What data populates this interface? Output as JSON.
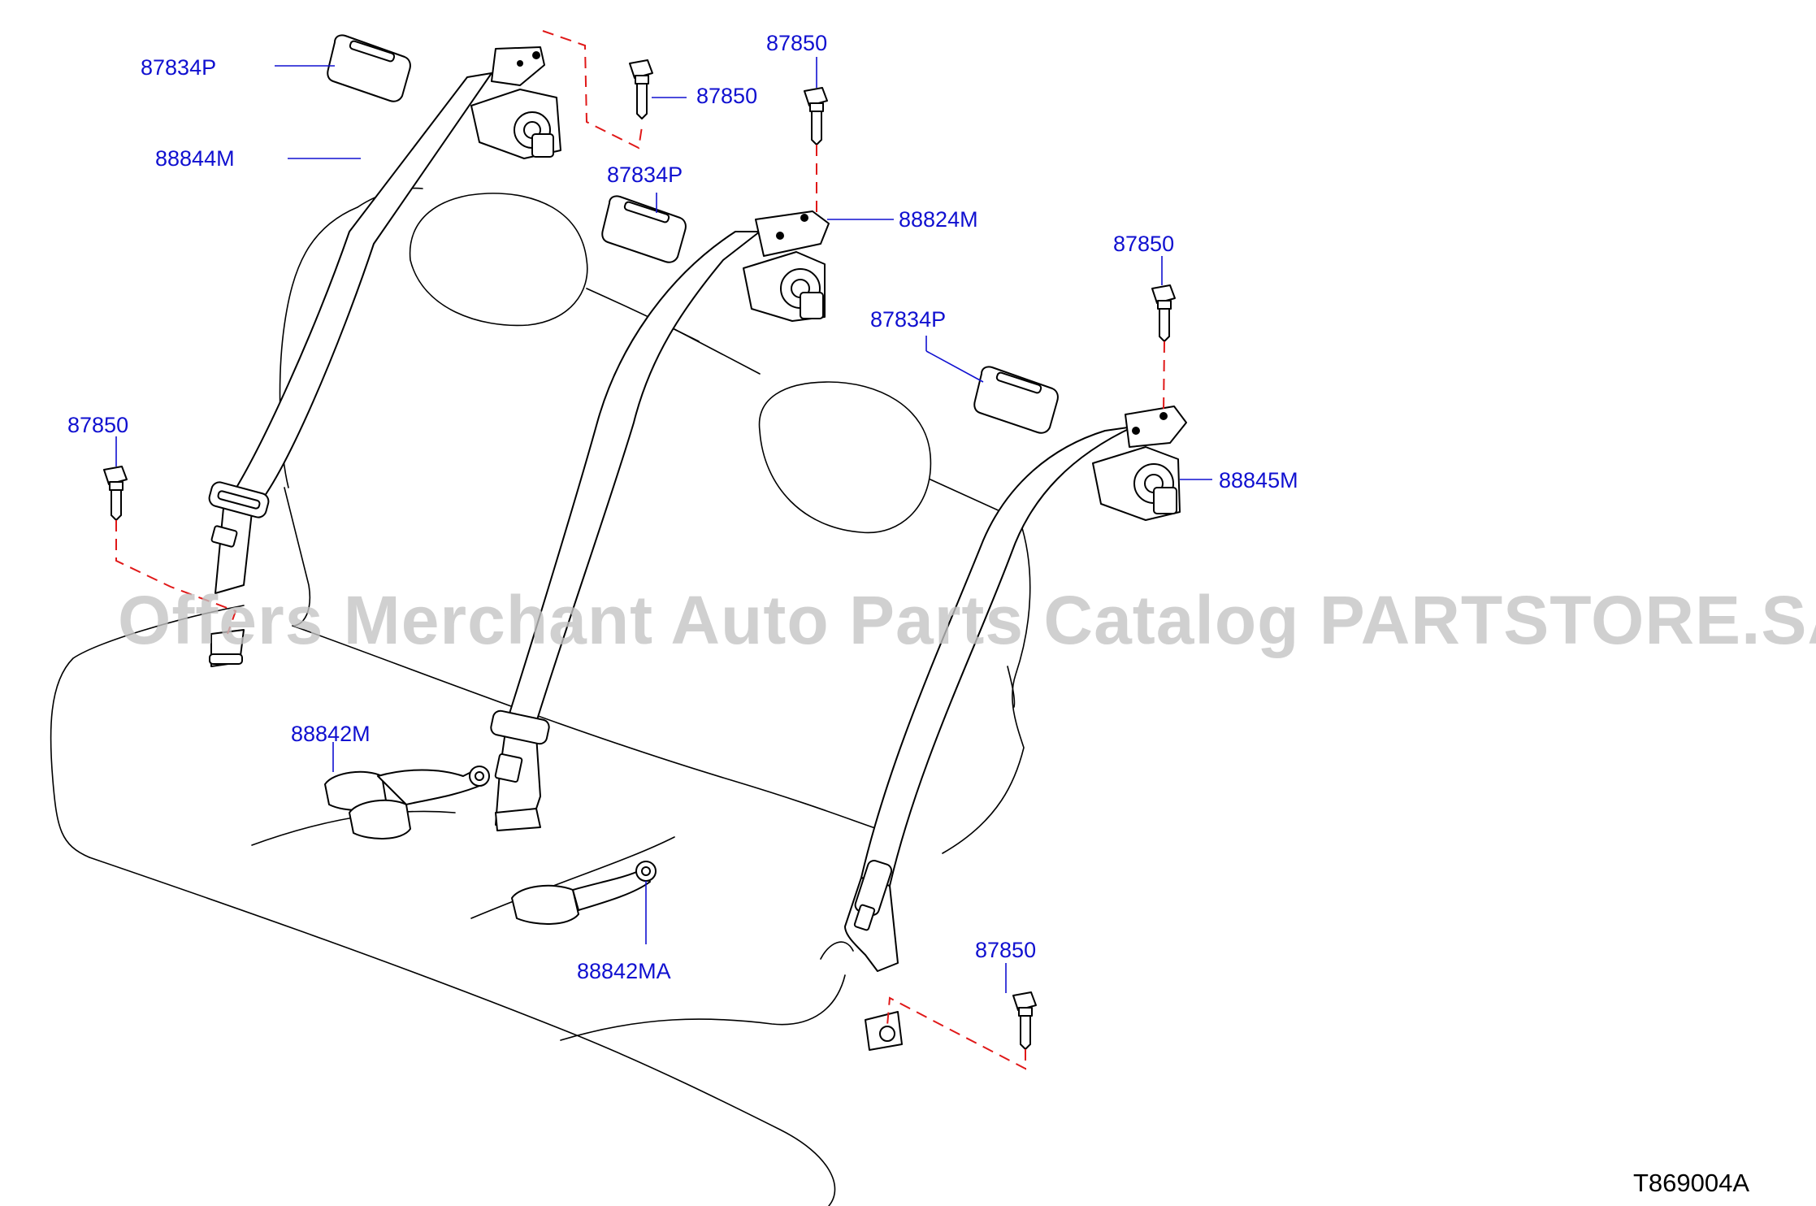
{
  "diagram": {
    "code": "T869004A",
    "watermark": "Offers Merchant Auto Parts Catalog PARTSTORE.SA",
    "colors": {
      "label": "#1010d0",
      "dash": "#e01818",
      "line": "#000000",
      "watermark": "#c4c4c4"
    },
    "labels": {
      "trim_left": "87834P",
      "bolt_top_left": "87850",
      "trim_center": "87834P",
      "bolt_top_center": "87850",
      "retractor_center": "88824M",
      "belt_left": "88844M",
      "bolt_right_top": "87850",
      "trim_right": "87834P",
      "retractor_right": "88845M",
      "bolt_left": "87850",
      "buckle_double": "88842M",
      "buckle_single": "88842MA",
      "bolt_right_bottom": "87850"
    }
  }
}
